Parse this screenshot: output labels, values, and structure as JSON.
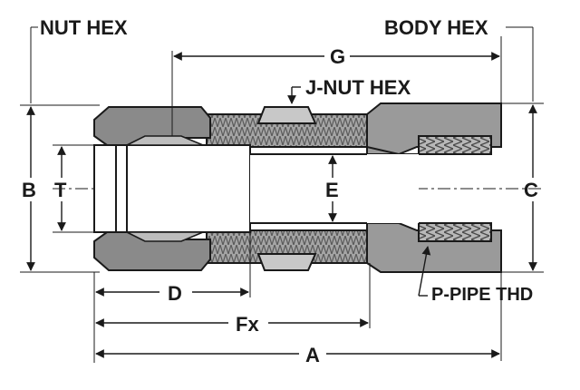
{
  "diagram": {
    "labels": {
      "nut_hex": "NUT HEX",
      "body_hex": "BODY HEX",
      "g": "G",
      "j_nut_hex": "J-NUT HEX",
      "b": "B",
      "t": "T",
      "e": "E",
      "c": "C",
      "d": "D",
      "p_pipe_thd": "P-PIPE THD",
      "fx": "Fx",
      "a": "A"
    },
    "colors": {
      "ink": "#1a1a1a",
      "metal": "#9a9a9a",
      "metal_dark": "#6e6e6e",
      "background": "#ffffff"
    }
  }
}
